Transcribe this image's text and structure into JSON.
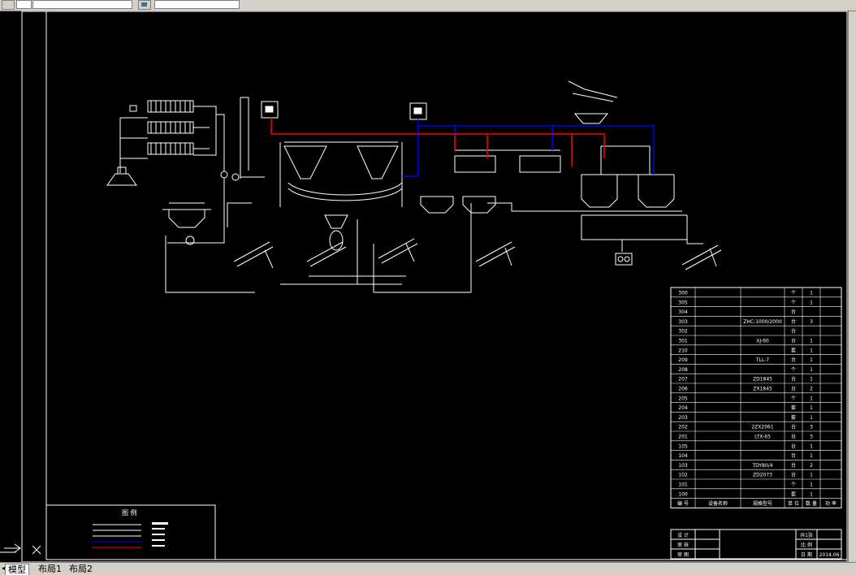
{
  "toolbar": {
    "layer_value": "",
    "style_value": "",
    "linetype_value": ""
  },
  "tabs": [
    {
      "label": "模型",
      "active": true
    },
    {
      "label": "布局1",
      "active": false
    },
    {
      "label": "布局2",
      "active": false
    }
  ],
  "colors": {
    "background": "#000000",
    "line": "#ffffff",
    "red_line": "#ff0000",
    "blue_line": "#0000ff"
  },
  "legend": {
    "title": "图 例"
  },
  "parts_table": {
    "rows": [
      {
        "no": "300",
        "name": "",
        "spec": "",
        "unit": "个",
        "qty": "1",
        "extra": ""
      },
      {
        "no": "305",
        "name": "",
        "spec": "",
        "unit": "个",
        "qty": "1",
        "extra": ""
      },
      {
        "no": "304",
        "name": "",
        "spec": "",
        "unit": "台",
        "qty": "",
        "extra": ""
      },
      {
        "no": "303",
        "name": "",
        "spec": "ZHC-1000/2000",
        "unit": "台",
        "qty": "3",
        "extra": ""
      },
      {
        "no": "302",
        "name": "",
        "spec": "",
        "unit": "台",
        "qty": "",
        "extra": ""
      },
      {
        "no": "301",
        "name": "",
        "spec": "XJ-60",
        "unit": "台",
        "qty": "1",
        "extra": ""
      },
      {
        "no": "210",
        "name": "",
        "spec": "",
        "unit": "套",
        "qty": "1",
        "extra": ""
      },
      {
        "no": "209",
        "name": "",
        "spec": "TLL-7",
        "unit": "台",
        "qty": "1",
        "extra": ""
      },
      {
        "no": "208",
        "name": "",
        "spec": "",
        "unit": "个",
        "qty": "1",
        "extra": ""
      },
      {
        "no": "207",
        "name": "",
        "spec": "ZD1845",
        "unit": "台",
        "qty": "1",
        "extra": ""
      },
      {
        "no": "206",
        "name": "",
        "spec": "ZX1845",
        "unit": "台",
        "qty": "2",
        "extra": ""
      },
      {
        "no": "205",
        "name": "",
        "spec": "",
        "unit": "个",
        "qty": "1",
        "extra": ""
      },
      {
        "no": "204",
        "name": "",
        "spec": "",
        "unit": "套",
        "qty": "1",
        "extra": ""
      },
      {
        "no": "203",
        "name": "",
        "spec": "",
        "unit": "套",
        "qty": "1",
        "extra": ""
      },
      {
        "no": "202",
        "name": "",
        "spec": "2ZX2061",
        "unit": "台",
        "qty": "3",
        "extra": ""
      },
      {
        "no": "201",
        "name": "",
        "spec": "LTX-65",
        "unit": "台",
        "qty": "3",
        "extra": ""
      },
      {
        "no": "105",
        "name": "",
        "spec": "",
        "unit": "台",
        "qty": "1",
        "extra": ""
      },
      {
        "no": "104",
        "name": "",
        "spec": "",
        "unit": "台",
        "qty": "1",
        "extra": ""
      },
      {
        "no": "103",
        "name": "",
        "spec": "TDY80/4",
        "unit": "台",
        "qty": "2",
        "extra": ""
      },
      {
        "no": "102",
        "name": "",
        "spec": "ZD2073",
        "unit": "台",
        "qty": "1",
        "extra": ""
      },
      {
        "no": "101",
        "name": "",
        "spec": "",
        "unit": "个",
        "qty": "1",
        "extra": ""
      },
      {
        "no": "100",
        "name": "",
        "spec": "",
        "unit": "套",
        "qty": "1",
        "extra": ""
      }
    ],
    "header": {
      "no": "编 号",
      "name": "设备名称",
      "spec": "规格型号",
      "unit": "单 位",
      "qty": "数 量",
      "extra": "功 率"
    }
  },
  "title_block": {
    "left_rows": [
      "设 计",
      "审 核",
      "审 图"
    ],
    "right_rows": [
      "共1张",
      "比 例",
      "日 期"
    ],
    "date": "2014.06"
  }
}
